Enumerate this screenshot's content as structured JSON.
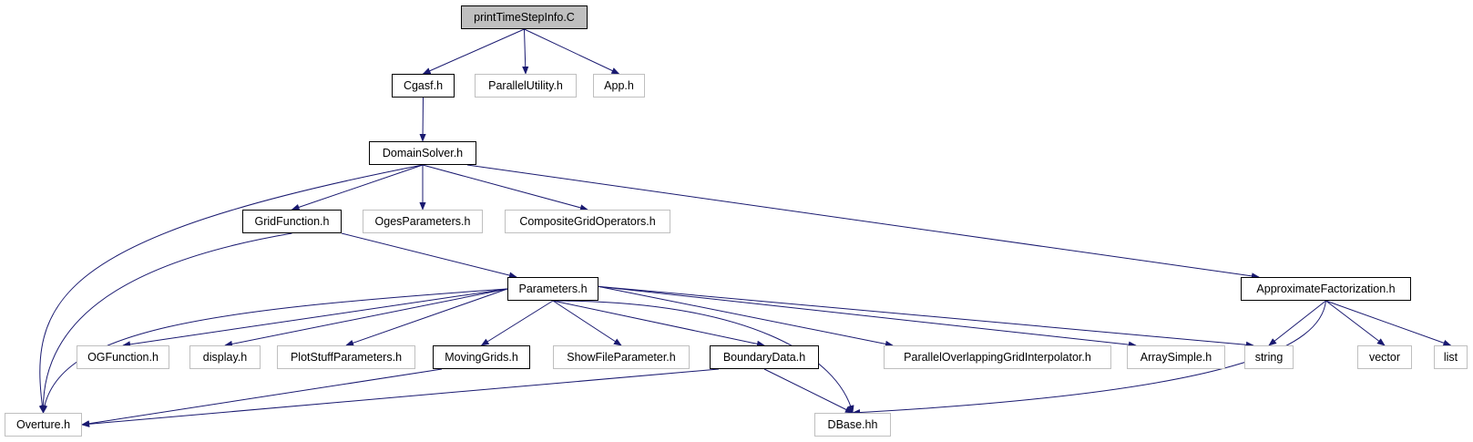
{
  "diagram": {
    "edge_color": "#191970",
    "nodes": [
      {
        "id": "printTimeStepInfo",
        "label": "printTimeStepInfo.C",
        "kind": "root"
      },
      {
        "id": "Cgasf",
        "label": "Cgasf.h",
        "kind": "local"
      },
      {
        "id": "ParallelUtility",
        "label": "ParallelUtility.h",
        "kind": "external"
      },
      {
        "id": "App",
        "label": "App.h",
        "kind": "external"
      },
      {
        "id": "DomainSolver",
        "label": "DomainSolver.h",
        "kind": "local"
      },
      {
        "id": "GridFunction",
        "label": "GridFunction.h",
        "kind": "local"
      },
      {
        "id": "OgesParameters",
        "label": "OgesParameters.h",
        "kind": "external"
      },
      {
        "id": "CompositeGridOperators",
        "label": "CompositeGridOperators.h",
        "kind": "external"
      },
      {
        "id": "Parameters",
        "label": "Parameters.h",
        "kind": "local"
      },
      {
        "id": "ApproximateFactorization",
        "label": "ApproximateFactorization.h",
        "kind": "local"
      },
      {
        "id": "OGFunction",
        "label": "OGFunction.h",
        "kind": "external"
      },
      {
        "id": "display",
        "label": "display.h",
        "kind": "external"
      },
      {
        "id": "PlotStuffParameters",
        "label": "PlotStuffParameters.h",
        "kind": "external"
      },
      {
        "id": "MovingGrids",
        "label": "MovingGrids.h",
        "kind": "local"
      },
      {
        "id": "ShowFileParameter",
        "label": "ShowFileParameter.h",
        "kind": "external"
      },
      {
        "id": "BoundaryData",
        "label": "BoundaryData.h",
        "kind": "local"
      },
      {
        "id": "ParallelOverlappingGridInterpolator",
        "label": "ParallelOverlappingGridInterpolator.h",
        "kind": "external"
      },
      {
        "id": "ArraySimple",
        "label": "ArraySimple.h",
        "kind": "external"
      },
      {
        "id": "string",
        "label": "string",
        "kind": "external"
      },
      {
        "id": "vector",
        "label": "vector",
        "kind": "external"
      },
      {
        "id": "list",
        "label": "list",
        "kind": "external"
      },
      {
        "id": "Overture",
        "label": "Overture.h",
        "kind": "external"
      },
      {
        "id": "DBase",
        "label": "DBase.hh",
        "kind": "external"
      }
    ],
    "edges": [
      [
        "printTimeStepInfo",
        "Cgasf"
      ],
      [
        "printTimeStepInfo",
        "ParallelUtility"
      ],
      [
        "printTimeStepInfo",
        "App"
      ],
      [
        "Cgasf",
        "DomainSolver"
      ],
      [
        "DomainSolver",
        "Overture"
      ],
      [
        "DomainSolver",
        "GridFunction"
      ],
      [
        "DomainSolver",
        "OgesParameters"
      ],
      [
        "DomainSolver",
        "CompositeGridOperators"
      ],
      [
        "DomainSolver",
        "ApproximateFactorization"
      ],
      [
        "GridFunction",
        "Overture"
      ],
      [
        "GridFunction",
        "Parameters"
      ],
      [
        "Parameters",
        "Overture"
      ],
      [
        "Parameters",
        "OGFunction"
      ],
      [
        "Parameters",
        "display"
      ],
      [
        "Parameters",
        "PlotStuffParameters"
      ],
      [
        "Parameters",
        "MovingGrids"
      ],
      [
        "Parameters",
        "ShowFileParameter"
      ],
      [
        "Parameters",
        "BoundaryData"
      ],
      [
        "Parameters",
        "DBase"
      ],
      [
        "Parameters",
        "ParallelOverlappingGridInterpolator"
      ],
      [
        "Parameters",
        "ArraySimple"
      ],
      [
        "Parameters",
        "string"
      ],
      [
        "MovingGrids",
        "Overture"
      ],
      [
        "BoundaryData",
        "Overture"
      ],
      [
        "BoundaryData",
        "DBase"
      ],
      [
        "ApproximateFactorization",
        "string"
      ],
      [
        "ApproximateFactorization",
        "DBase"
      ],
      [
        "ApproximateFactorization",
        "vector"
      ],
      [
        "ApproximateFactorization",
        "list"
      ]
    ]
  }
}
